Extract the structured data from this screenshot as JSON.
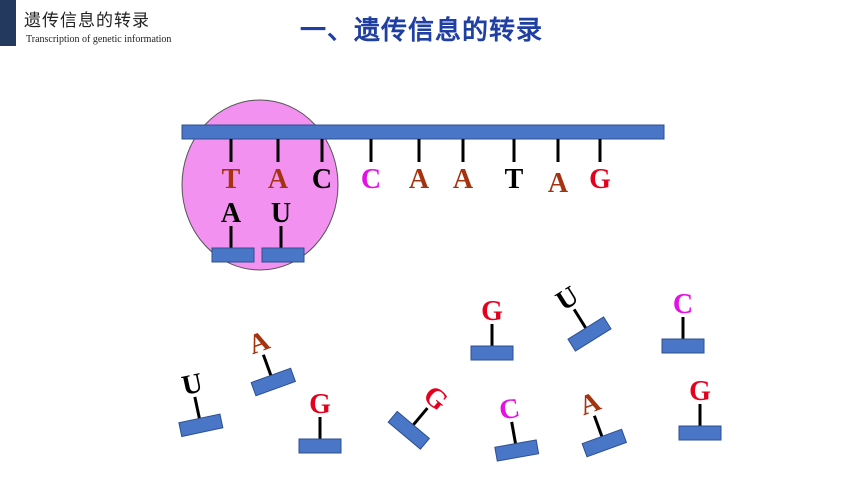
{
  "header": {
    "section_cn": "遗传信息的转录",
    "section_en": "Transcription of genetic information"
  },
  "title": "一、遗传信息的转录",
  "colors": {
    "T": "#a5330f",
    "A": "#a5330f",
    "C_black": "#000000",
    "C_magenta": "#e60fe6",
    "G": "#e6001e",
    "U": "#000000",
    "strand": "#4a76c8",
    "enzyme": "#f291f0"
  },
  "dna_template": {
    "bases": [
      {
        "letter": "T",
        "color": "#a5330f"
      },
      {
        "letter": "A",
        "color": "#a5330f"
      },
      {
        "letter": "C",
        "color": "#000000"
      },
      {
        "letter": "C",
        "color": "#e60fe6"
      },
      {
        "letter": "A",
        "color": "#a5330f"
      },
      {
        "letter": "A",
        "color": "#a5330f"
      },
      {
        "letter": "T",
        "color": "#000000"
      },
      {
        "letter": "A",
        "color": "#a5330f"
      },
      {
        "letter": "G",
        "color": "#e6001e"
      }
    ]
  },
  "paired_rna": [
    {
      "letter": "A",
      "color": "#000000"
    },
    {
      "letter": "U",
      "color": "#000000"
    }
  ],
  "free_nucleotides": [
    {
      "letter": "U",
      "color": "#000000"
    },
    {
      "letter": "A",
      "color": "#a5330f"
    },
    {
      "letter": "G",
      "color": "#e6001e"
    },
    {
      "letter": "G",
      "color": "#e6001e"
    },
    {
      "letter": "G",
      "color": "#e6001e"
    },
    {
      "letter": "C",
      "color": "#e60fe6"
    },
    {
      "letter": "U",
      "color": "#000000"
    },
    {
      "letter": "A",
      "color": "#a5330f"
    },
    {
      "letter": "C",
      "color": "#e60fe6"
    },
    {
      "letter": "G",
      "color": "#e6001e"
    }
  ]
}
